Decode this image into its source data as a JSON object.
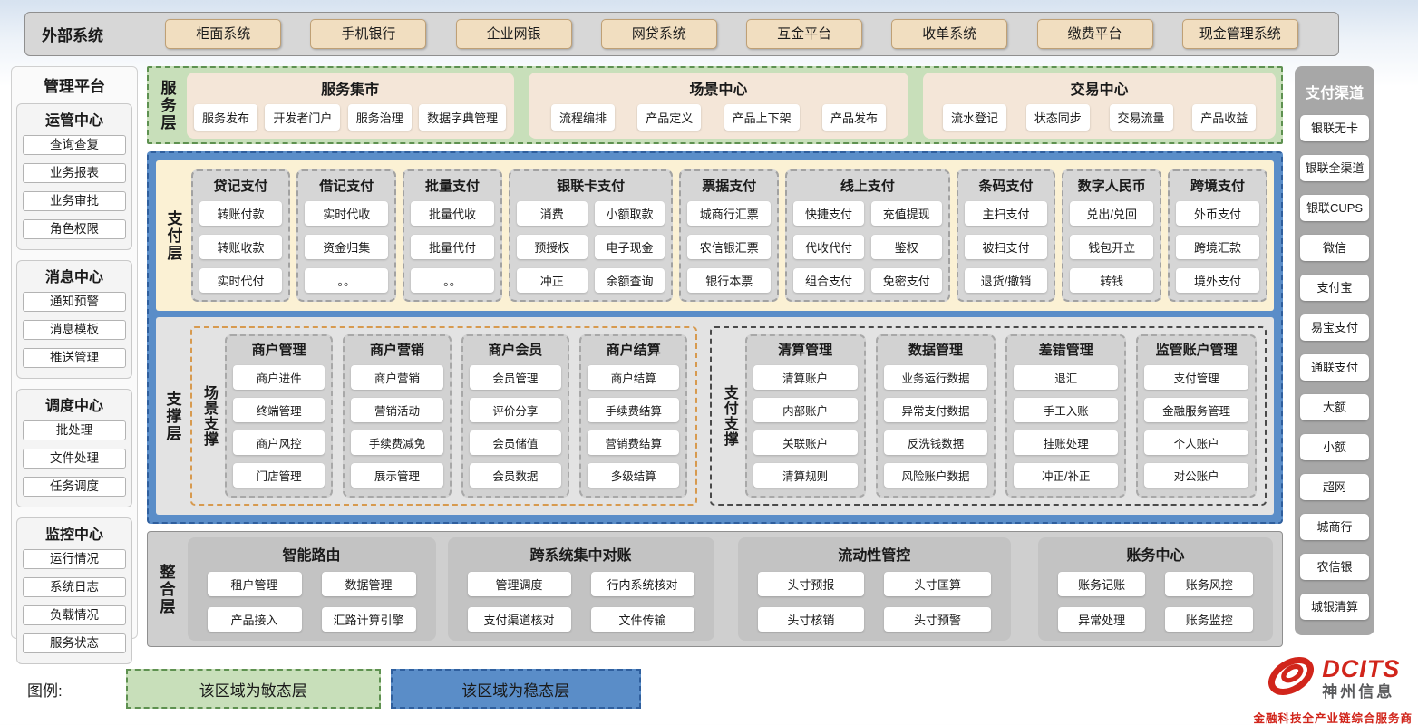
{
  "external_systems": {
    "label": "外部系统",
    "items": [
      "柜面系统",
      "手机银行",
      "企业网银",
      "网贷系统",
      "互金平台",
      "收单系统",
      "缴费平台",
      "现金管理系统"
    ]
  },
  "management_platform": {
    "title": "管理平台",
    "groups": [
      {
        "title": "运管中心",
        "items": [
          "查询查复",
          "业务报表",
          "业务审批",
          "角色权限"
        ]
      },
      {
        "title": "消息中心",
        "items": [
          "通知预警",
          "消息模板",
          "推送管理"
        ]
      },
      {
        "title": "调度中心",
        "items": [
          "批处理",
          "文件处理",
          "任务调度"
        ]
      },
      {
        "title": "监控中心",
        "items": [
          "运行情况",
          "系统日志",
          "负载情况",
          "服务状态"
        ]
      }
    ]
  },
  "service_layer": {
    "label": "服务层",
    "panels": [
      {
        "title": "服务集市",
        "items": [
          "服务发布",
          "开发者门户",
          "服务治理",
          "数据字典管理"
        ]
      },
      {
        "title": "场景中心",
        "items": [
          "流程编排",
          "产品定义",
          "产品上下架",
          "产品发布"
        ]
      },
      {
        "title": "交易中心",
        "items": [
          "流水登记",
          "状态同步",
          "交易流量",
          "产品收益"
        ]
      }
    ]
  },
  "payment_layer": {
    "label": "支付层",
    "columns": [
      {
        "title": "贷记支付",
        "cols": 1,
        "items": [
          "转账付款",
          "转账收款",
          "实时代付"
        ]
      },
      {
        "title": "借记支付",
        "cols": 1,
        "items": [
          "实时代收",
          "资金归集",
          "。。"
        ]
      },
      {
        "title": "批量支付",
        "cols": 1,
        "items": [
          "批量代收",
          "批量代付",
          "。。"
        ]
      },
      {
        "title": "银联卡支付",
        "cols": 2,
        "items": [
          "消费",
          "小额取款",
          "预授权",
          "电子现金",
          "冲正",
          "余额查询"
        ]
      },
      {
        "title": "票据支付",
        "cols": 1,
        "items": [
          "城商行汇票",
          "农信银汇票",
          "银行本票"
        ]
      },
      {
        "title": "线上支付",
        "cols": 2,
        "items": [
          "快捷支付",
          "充值提现",
          "代收代付",
          "鉴权",
          "组合支付",
          "免密支付"
        ]
      },
      {
        "title": "条码支付",
        "cols": 1,
        "items": [
          "主扫支付",
          "被扫支付",
          "退货/撤销"
        ]
      },
      {
        "title": "数字人民币",
        "cols": 1,
        "items": [
          "兑出/兑回",
          "钱包开立",
          "转钱"
        ]
      },
      {
        "title": "跨境支付",
        "cols": 1,
        "items": [
          "外币支付",
          "跨境汇款",
          "境外支付"
        ]
      }
    ]
  },
  "support_layer": {
    "label": "支撑层",
    "sections": [
      {
        "label": "场景支撑",
        "groups": [
          {
            "title": "商户管理",
            "items": [
              "商户进件",
              "终端管理",
              "商户风控",
              "门店管理"
            ]
          },
          {
            "title": "商户营销",
            "items": [
              "商户营销",
              "营销活动",
              "手续费减免",
              "展示管理"
            ]
          },
          {
            "title": "商户会员",
            "items": [
              "会员管理",
              "评价分享",
              "会员储值",
              "会员数据"
            ]
          },
          {
            "title": "商户结算",
            "items": [
              "商户结算",
              "手续费结算",
              "营销费结算",
              "多级结算"
            ]
          }
        ]
      },
      {
        "label": "支付支撑",
        "groups": [
          {
            "title": "清算管理",
            "items": [
              "清算账户",
              "内部账户",
              "关联账户",
              "清算规则"
            ]
          },
          {
            "title": "数据管理",
            "items": [
              "业务运行数据",
              "异常支付数据",
              "反洗钱数据",
              "风险账户数据"
            ]
          },
          {
            "title": "差错管理",
            "items": [
              "退汇",
              "手工入账",
              "挂账处理",
              "冲正/补正"
            ]
          },
          {
            "title": "监管账户管理",
            "items": [
              "支付管理",
              "金融服务管理",
              "个人账户",
              "对公账户"
            ]
          }
        ]
      }
    ]
  },
  "integration_layer": {
    "label": "整合层",
    "panels": [
      {
        "title": "智能路由",
        "items": [
          "租户管理",
          "数据管理",
          "产品接入",
          "汇路计算引擎"
        ]
      },
      {
        "title": "跨系统集中对账",
        "items": [
          "管理调度",
          "行内系统核对",
          "支付渠道核对",
          "文件传输"
        ]
      },
      {
        "title": "流动性管控",
        "items": [
          "头寸预报",
          "头寸匡算",
          "头寸核销",
          "头寸预警"
        ]
      },
      {
        "title": "账务中心",
        "items": [
          "账务记账",
          "账务风控",
          "异常处理",
          "账务监控"
        ]
      }
    ]
  },
  "payment_channels": {
    "title": "支付渠道",
    "items": [
      "银联无卡",
      "银联全渠道",
      "银联CUPS",
      "微信",
      "支付宝",
      "易宝支付",
      "通联支付",
      "大额",
      "小额",
      "超网",
      "城商行",
      "农信银",
      "城银清算"
    ]
  },
  "legend": {
    "label": "图例:",
    "agile": "该区域为敏态层",
    "stable": "该区域为稳态层"
  },
  "logo": {
    "brand": "DCITS",
    "company": "神州信息",
    "tagline": "金融科技全产业链综合服务商"
  },
  "colors": {
    "agile_green": "#c8dfba",
    "stable_blue": "#5a8dc8",
    "external_button_tan": "#f1dec0",
    "payment_layer_cream": "#fbf1d4",
    "scene_support_orange": "#d79a4f",
    "brand_red": "#d1251b"
  }
}
